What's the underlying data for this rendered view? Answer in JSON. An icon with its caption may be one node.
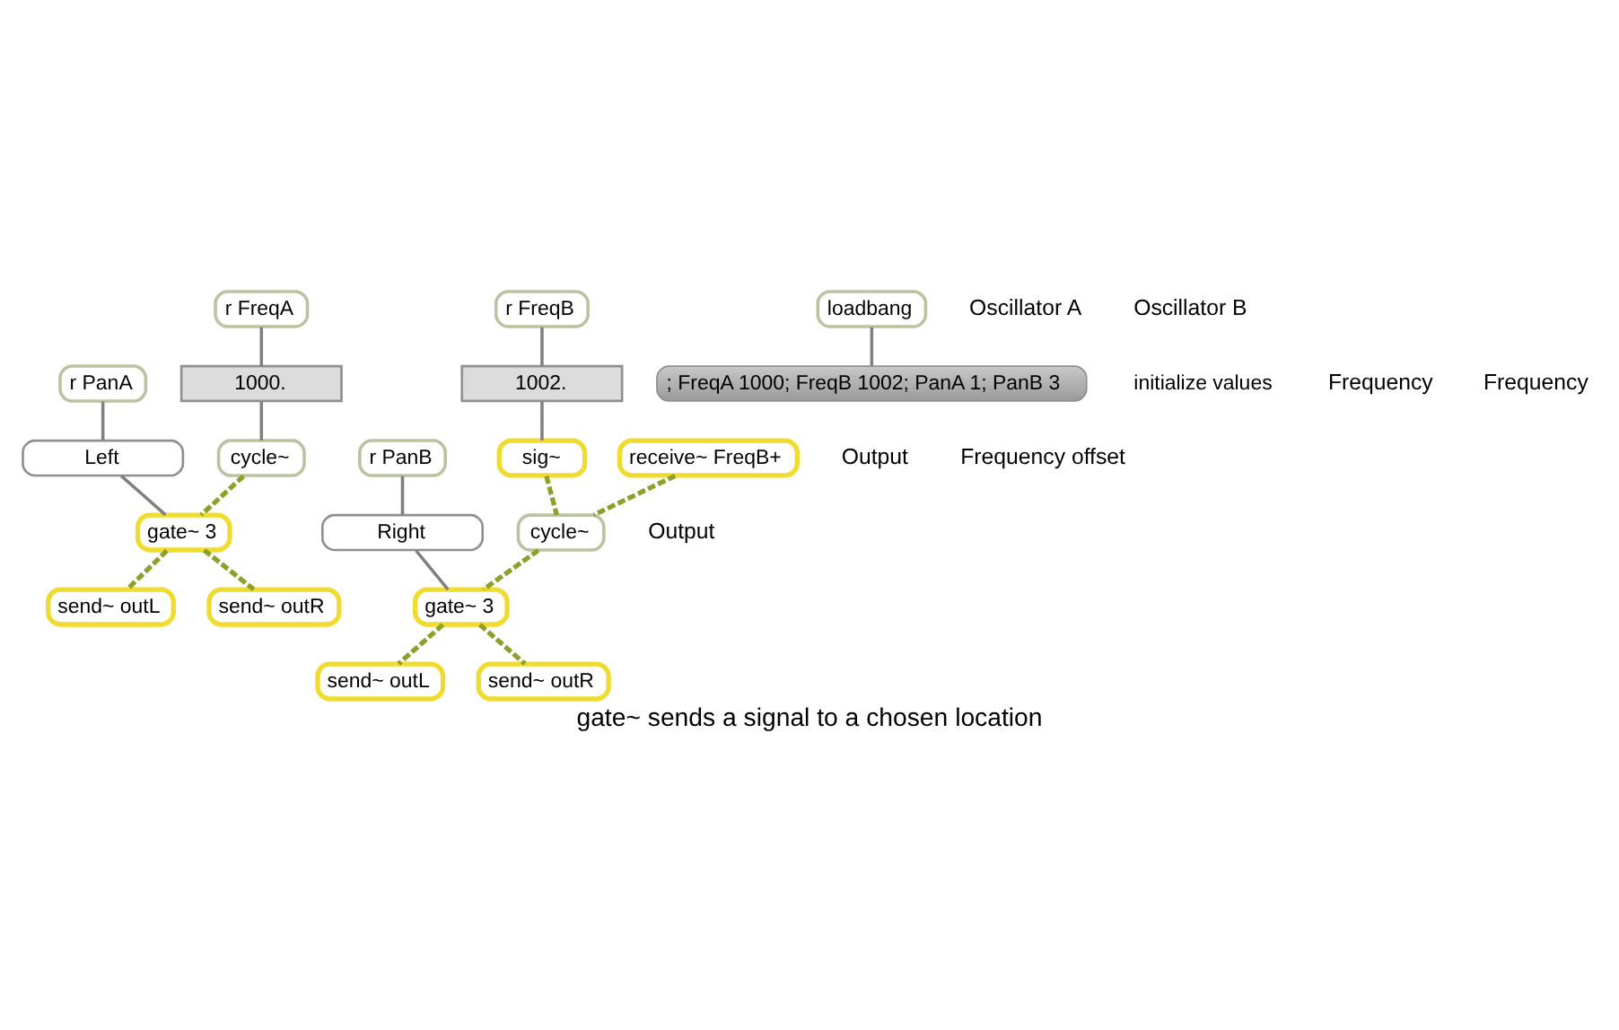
{
  "diagram": {
    "caption": "gate~ sends a signal to a chosen location",
    "nodes": [
      {
        "text": [
          "r PanA"
        ]
      },
      {
        "text": [
          "r FreqA"
        ]
      },
      {
        "text": [
          "Left"
        ]
      },
      {
        "text": [
          "1000."
        ]
      },
      {
        "text": [
          "cycle~"
        ]
      },
      {
        "text": [
          "gate~ 3"
        ]
      },
      {
        "text": [
          "send~ outL"
        ]
      },
      {
        "text": [
          "send~ outR"
        ]
      },
      {
        "text": [
          "r PanB"
        ]
      },
      {
        "text": [
          "r FreqB"
        ]
      },
      {
        "text": [
          "Right"
        ]
      },
      {
        "text": [
          "1002."
        ]
      },
      {
        "text": [
          "sig~"
        ]
      },
      {
        "text": [
          "receive~ FreqB+"
        ]
      },
      {
        "text": [
          "cycle~"
        ]
      },
      {
        "text": [
          "gate~ 3"
        ]
      },
      {
        "text": [
          "send~ outL"
        ]
      },
      {
        "text": [
          "send~ outR"
        ]
      },
      {
        "text": [
          "loadbang"
        ]
      },
      {
        "text": [
          "; FreqA 1000; FreqB 1002; PanA 1; PanB 3"
        ],
        "beside": [
          "initialize values"
        ]
      }
    ],
    "edges": [
      {
        "from": 0,
        "to": 2,
        "arrow": "none"
      },
      {
        "from": 1,
        "to": 3,
        "arrow": "none"
      },
      {
        "from": 2,
        "to": 5,
        "arrow": "none"
      },
      {
        "from": 3,
        "to": 4,
        "arrow": "none"
      },
      {
        "from": 4,
        "to": 5,
        "arrow": "none",
        "style": "dashed",
        "color": "#8ca12a"
      },
      {
        "from": 5,
        "to": 6,
        "arrow": "none",
        "style": "dashed",
        "color": "#8ca12a"
      },
      {
        "from": 5,
        "to": 7,
        "arrow": "none",
        "style": "dashed",
        "color": "#8ca12a"
      },
      {
        "from": 8,
        "to": 10,
        "arrow": "none"
      },
      {
        "from": 9,
        "to": 11,
        "arrow": "none"
      },
      {
        "from": 10,
        "to": 15,
        "arrow": "none"
      },
      {
        "from": 11,
        "to": 12,
        "arrow": "none"
      },
      {
        "from": 12,
        "to": 14,
        "arrow": "none",
        "style": "dashed",
        "color": "#8ca12a"
      },
      {
        "from": 13,
        "to": 14,
        "arrow": "none",
        "style": "dashed",
        "color": "#8ca12a"
      },
      {
        "from": 14,
        "to": 15,
        "arrow": "none",
        "style": "dashed",
        "color": "#8ca12a"
      },
      {
        "from": 15,
        "to": 16,
        "arrow": "none",
        "style": "dashed",
        "color": "#8ca12a"
      },
      {
        "from": 15,
        "to": 17,
        "arrow": "none",
        "style": "dashed",
        "color": "#8ca12a"
      },
      {
        "from": 18,
        "to": 19,
        "arrow": "none"
      }
    ],
    "labels": [
      "Oscillator A",
      "Oscillator B",
      "Output",
      "Frequency",
      "Output",
      "Frequency",
      "Frequency offset"
    ]
  }
}
